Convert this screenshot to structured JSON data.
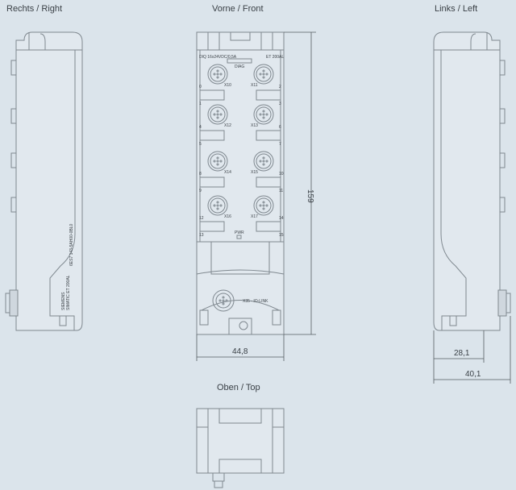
{
  "views": {
    "right": "Rechts / Right",
    "front": "Vorne / Front",
    "left": "Links / Left",
    "top": "Oben / Top"
  },
  "front_labels": {
    "module_type": "DIQ 16x24VDC/0,5A",
    "product": "ET 200AL",
    "diag": "DIAG",
    "pwr": "PWR",
    "iolink": "X35 - IO-LINK",
    "connectors": [
      "X10",
      "X11",
      "X12",
      "X13",
      "X14",
      "X15",
      "X16",
      "X17"
    ],
    "channels": [
      "0",
      "1",
      "2",
      "3",
      "4",
      "5",
      "6",
      "7",
      "8",
      "9",
      "10",
      "11",
      "12",
      "13",
      "14",
      "15"
    ]
  },
  "side_labels": {
    "brand": "SIEMENS",
    "product": "SIMATIC ET 200AL",
    "order_number": "6ES7 143-5AH00-0BL0"
  },
  "dimensions": {
    "height": "159",
    "width_front": "44,8",
    "depth_body": "28,1",
    "depth_total": "40,1"
  }
}
